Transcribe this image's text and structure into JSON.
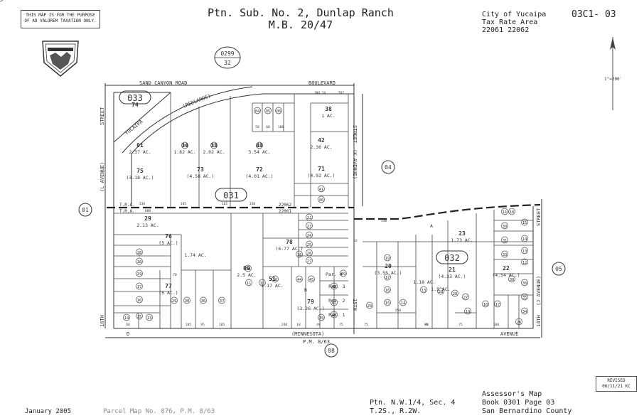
{
  "notice": {
    "line1": "THIS MAP IS FOR THE PURPOSE",
    "line2": "OF AD VALOREM TAXATION ONLY."
  },
  "title": {
    "line1": "Ptn. Sub. No. 2, Dunlap Ranch",
    "line2": "M.B. 20/47"
  },
  "city": {
    "line1": "City of Yucaipa",
    "line2": "Tax Rate Area",
    "line3": "22061  22062"
  },
  "map_number": "03C1- 03",
  "scale_label": "1\"=200'",
  "footer": {
    "date": "January 2005",
    "parcel_map": "Parcel Map No. 876, P.M. 8/63",
    "ptn_line1": "Ptn. N.W.1/4, Sec. 4",
    "ptn_line2": "T.2S., R.2W.",
    "assessor_line1": "Assessor's Map",
    "assessor_line2": "Book 0301 Page 03",
    "assessor_line3": "San Bernardino County"
  },
  "revised": {
    "line1": "REVISED",
    "line2": "06/11/21 KC"
  },
  "map": {
    "streets": {
      "sand_canyon": "SAND      CANYON      ROAD",
      "boulevard": "BOULEVARD",
      "redlands": "(REDLANDS)",
      "yucaipa": "YUCAIPA",
      "l_avenue": "(L AVENUE)",
      "street_left": "STREET",
      "k_avenue": "(K AVENUE)",
      "street_mid": "STREET",
      "sixteenth": "16TH",
      "fifteenth": "15TH",
      "fourteenth": "14TH",
      "j_avenue": "(J AVENUE)",
      "street_right": "STREET",
      "minnesota": "(MINNESOTA)",
      "avenue": "AVENUE",
      "pm": "P.M. 8/63",
      "d": "D"
    },
    "circled": {
      "book0299": "0299",
      "page32": "32",
      "c01": "01",
      "c04": "04",
      "c05": "05",
      "c08": "08",
      "b033": "033",
      "b031": "031",
      "b032": "032"
    },
    "tra": {
      "a": "T.R.A.",
      "b": "T.R.A.",
      "n1": "22062",
      "n2": "22061"
    },
    "parcels": [
      {
        "num": "74",
        "area": ""
      },
      {
        "num": "01",
        "area": "2.37 AC."
      },
      {
        "num": "75",
        "area": "(3.18 AC.)"
      },
      {
        "num": "34",
        "area": "1.82 AC."
      },
      {
        "num": "73",
        "area": "(4.58 AC.)"
      },
      {
        "num": "33",
        "area": "2.02 AC."
      },
      {
        "num": "03",
        "area": "3.54 AC."
      },
      {
        "num": "72",
        "area": "(4.01 AC.)"
      },
      {
        "num": "38",
        "area": "1 AC."
      },
      {
        "num": "42",
        "area": "2.36 AC."
      },
      {
        "num": "71",
        "area": "(4.92 AC.)"
      },
      {
        "num": "29",
        "area": "2.13 AC."
      },
      {
        "num": "76",
        "area": "(5 AC.)"
      },
      {
        "num": "",
        "area": "1.74 AC."
      },
      {
        "num": "09",
        "area": "2.5 AC."
      },
      {
        "num": "78",
        "area": "(6.77 AC.)"
      },
      {
        "num": "77",
        "area": "(5 AC.)"
      },
      {
        "num": "51",
        "area": "1.17 AC."
      },
      {
        "num": "79",
        "area": "(3.26 AC.)"
      },
      {
        "num": "20",
        "area": "(3.55 AC.)"
      },
      {
        "num": "21",
        "area": "(4.33 AC.)"
      },
      {
        "num": "23",
        "area": "1.73 AC."
      },
      {
        "num": "22",
        "area": "(4.54 AC.)"
      },
      {
        "num": "",
        "area": "1.5 AC."
      },
      {
        "num": "",
        "area": "1.18 AC."
      }
    ],
    "small_parcels": [
      "04",
      "05",
      "06",
      "35",
      "32",
      "31",
      "41",
      "40",
      "22",
      "23",
      "24",
      "25",
      "26",
      "27",
      "28",
      "18",
      "19",
      "17",
      "16",
      "15",
      "14",
      "13",
      "29",
      "30",
      "36",
      "37",
      "10",
      "11",
      "12",
      "50",
      "44",
      "45",
      "49",
      "48",
      "47",
      "46",
      "39",
      "18",
      "19",
      "17",
      "16",
      "15",
      "14",
      "13",
      "28",
      "19",
      "18",
      "17",
      "16",
      "15",
      "14",
      "13",
      "12",
      "11",
      "30",
      "31",
      "33",
      "39",
      "36",
      "35",
      "34",
      "26",
      "27",
      "28",
      "29",
      "24"
    ],
    "par_labels": [
      "Par. 4",
      "Par. 3",
      "Par. 2",
      "Par. 1",
      "A",
      "B"
    ],
    "dims": [
      "330",
      "880",
      "185",
      "330",
      "165",
      "100.24",
      "787",
      "50",
      "60",
      "180",
      "185",
      "95",
      "105",
      "70",
      "240",
      "75",
      "75",
      "90",
      "250",
      "330",
      "85",
      "75",
      "100",
      "60",
      "18",
      "49",
      "52"
    ]
  }
}
